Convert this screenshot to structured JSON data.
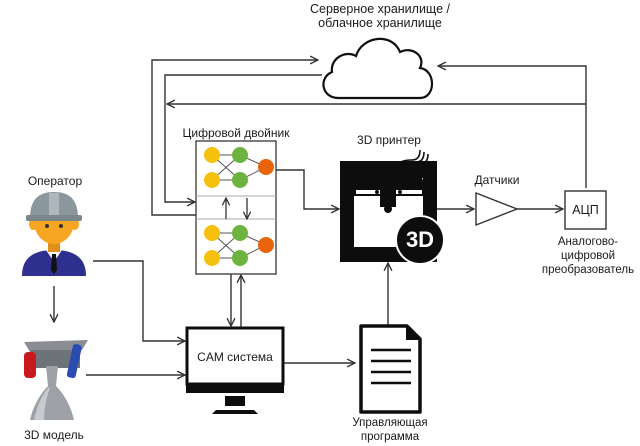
{
  "diagram": {
    "nodes": {
      "cloud": {
        "label_line1": "Серверное хранилище /",
        "label_line2": "облачное хранилище"
      },
      "digital_twin": {
        "label": "Цифровой двойник"
      },
      "printer": {
        "label": "3D принтер",
        "badge": "3D"
      },
      "sensors": {
        "label": "Датчики"
      },
      "adc": {
        "label": "АЦП",
        "caption_line1": "Аналогово-",
        "caption_line2": "цифровой",
        "caption_line3": "преобразователь"
      },
      "operator": {
        "label": "Оператор"
      },
      "model": {
        "label": "3D модель"
      },
      "cam": {
        "label": "CAM система"
      },
      "program": {
        "label_line1": "Управляющая",
        "label_line2": "программа"
      }
    },
    "edges": [
      {
        "from": "operator",
        "to": "model"
      },
      {
        "from": "operator",
        "to": "cam"
      },
      {
        "from": "model",
        "to": "cam"
      },
      {
        "from": "digital_twin",
        "to": "cam"
      },
      {
        "from": "cam",
        "to": "digital_twin"
      },
      {
        "from": "cam",
        "to": "program"
      },
      {
        "from": "program",
        "to": "printer"
      },
      {
        "from": "digital_twin",
        "to": "printer"
      },
      {
        "from": "printer",
        "to": "sensors"
      },
      {
        "from": "sensors",
        "to": "adc"
      },
      {
        "from": "adc",
        "to": "cloud"
      },
      {
        "from": "adc",
        "to": "digital_twin"
      },
      {
        "from": "digital_twin",
        "to": "cloud"
      },
      {
        "from": "cloud",
        "to": "digital_twin"
      }
    ],
    "colors": {
      "input_node": "#f6c10e",
      "hidden_node": "#6db33f",
      "output_node": "#e8630a",
      "helmet": "#8a979c",
      "skin": "#f6a623",
      "suit": "#2e2f8f"
    }
  }
}
